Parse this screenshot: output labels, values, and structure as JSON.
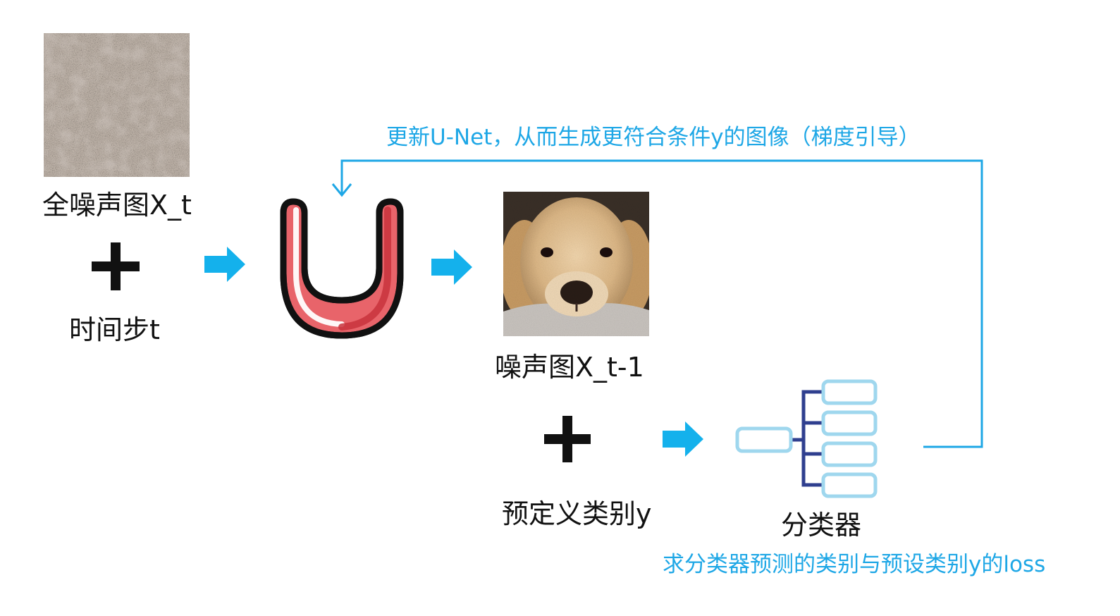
{
  "labels": {
    "full_noise": "全噪声图X_t",
    "timestep": "时间步t",
    "noisy_image": "噪声图X_t-1",
    "class_label": "预定义类别y",
    "classifier": "分类器",
    "feedback": "更新U-Net，从而生成更符合条件y的图像（梯度引导）",
    "loss": "求分类器预测的类别与预设类别y的loss"
  },
  "symbols": {
    "plus": "+"
  },
  "colors": {
    "accent_blue": "#1ea7e6",
    "arrow_blue": "#14b1ec",
    "unet_red": "#e8646a",
    "unet_dark_red": "#c8323c",
    "classifier_box": "#9fd7ee",
    "classifier_tree": "#2f3f8f",
    "noise_base": "#b8a99c"
  },
  "icons": {
    "unet": "u-net-magnet-icon",
    "classifier": "tree-classifier-icon",
    "arrow": "right-arrow-icon"
  }
}
